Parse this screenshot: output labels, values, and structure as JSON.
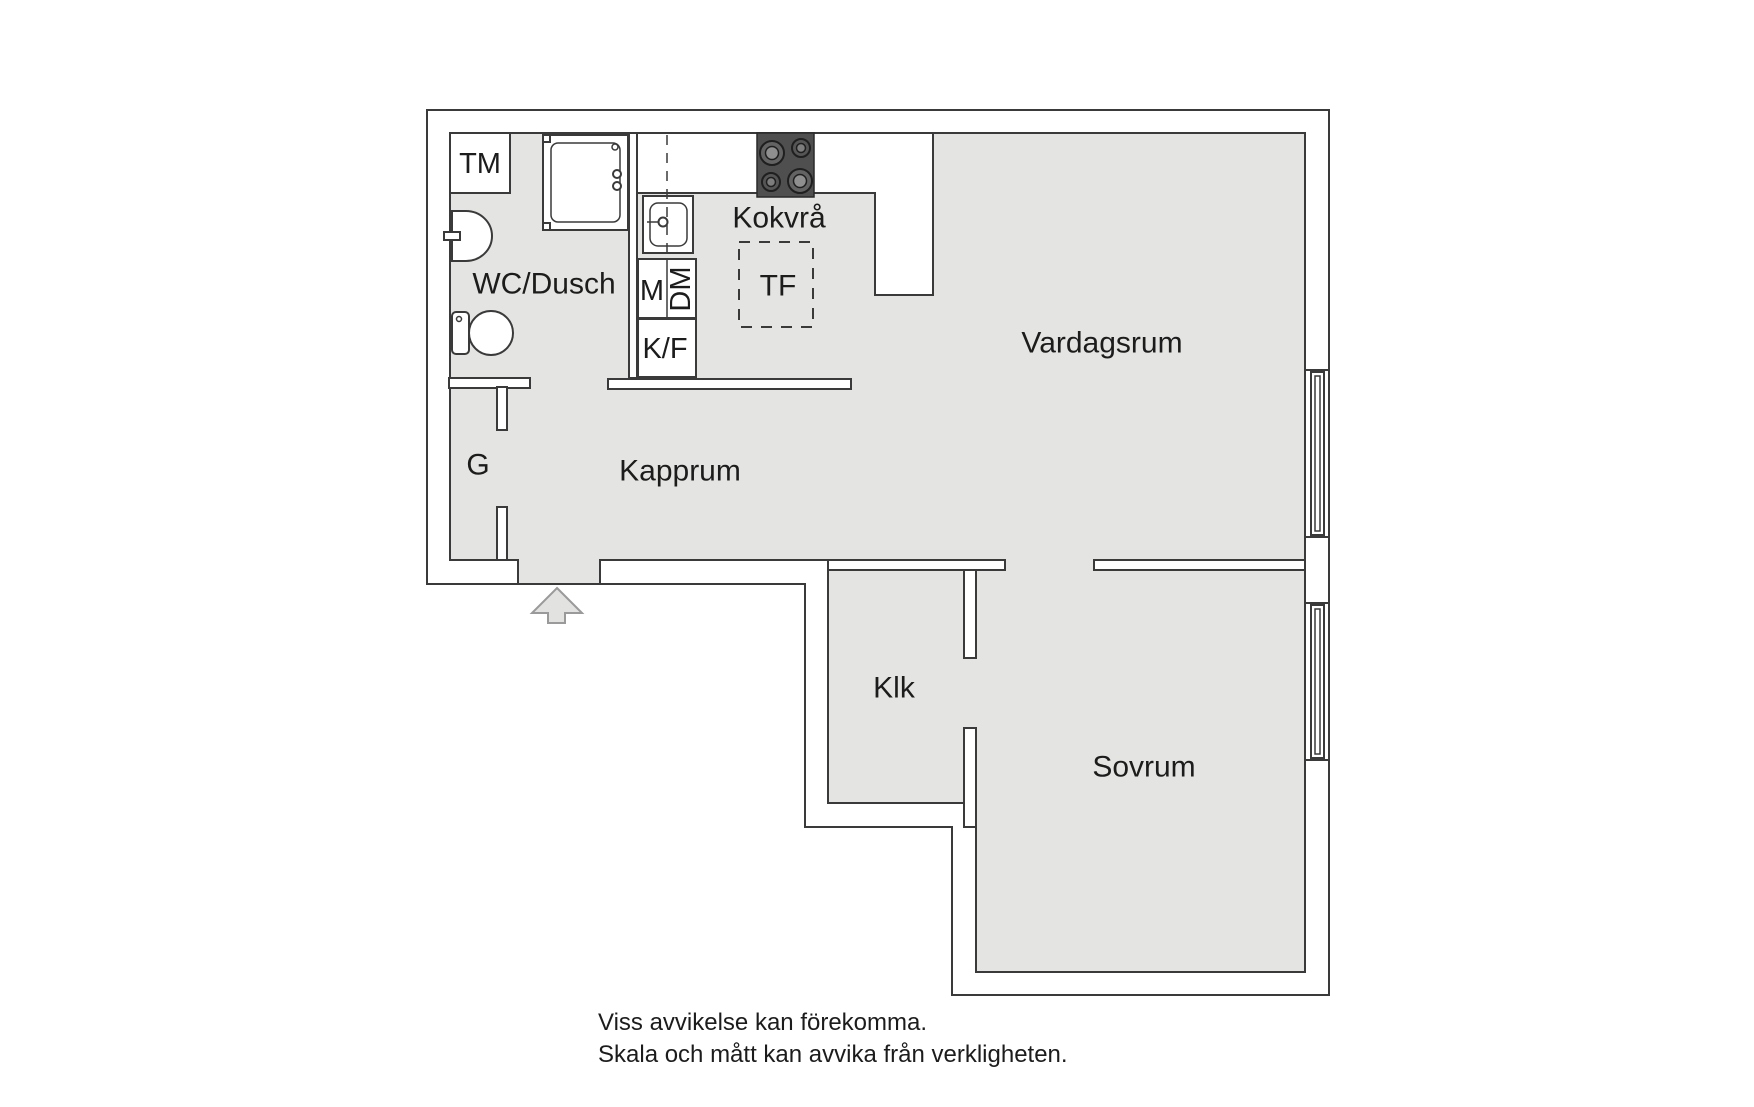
{
  "colors": {
    "floor": "#e4e4e2",
    "line": "#3a3a3a",
    "stove_body": "#4f4f4f",
    "burner_outer": "#636363",
    "burner_inner": "#8f8f8f",
    "arrow_fill": "#e2e2e0",
    "arrow_stroke": "#9a9a9a",
    "text": "#1c1c1c",
    "background": "#ffffff"
  },
  "rooms": {
    "wc_dusch": "WC/Dusch",
    "kokvra": "Kokvrå",
    "vardagsrum": "Vardagsrum",
    "kapprum": "Kapprum",
    "garderob": "G",
    "klk": "Klk",
    "sovrum": "Sovrum"
  },
  "fixtures": {
    "tm": "TM",
    "m": "M",
    "dm": "DM",
    "kf": "K/F",
    "tf": "TF"
  },
  "disclaimer": {
    "line1": "Viss avvikelse kan förekomma.",
    "line2": "Skala och mått kan avvika från verkligheten."
  }
}
